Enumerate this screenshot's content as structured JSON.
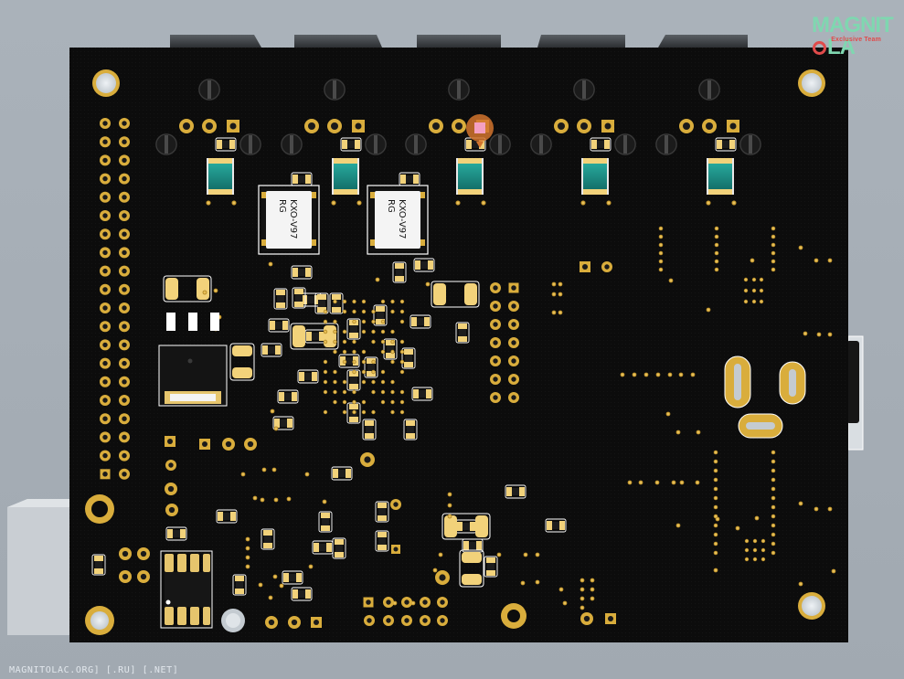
{
  "logo": {
    "part1": "MAGNIT",
    "part2": "LA",
    "team": "Exclusive Team"
  },
  "footer_text": "MAGNITOLAC.ORG] [.RU] [.NET]",
  "components": {
    "oscillator_1": {
      "line1": "KXO-V97",
      "line2": "RG"
    },
    "oscillator_2": {
      "line1": "KXO-V97",
      "line2": "RG"
    }
  },
  "colors": {
    "board": "#0d0d0d",
    "pad_gold": "#d9ad3c",
    "pad_light": "#f2d27a",
    "capacitor_teal": "#1f8e84",
    "chip_body": "#151515",
    "highlight": "#d2742e"
  }
}
